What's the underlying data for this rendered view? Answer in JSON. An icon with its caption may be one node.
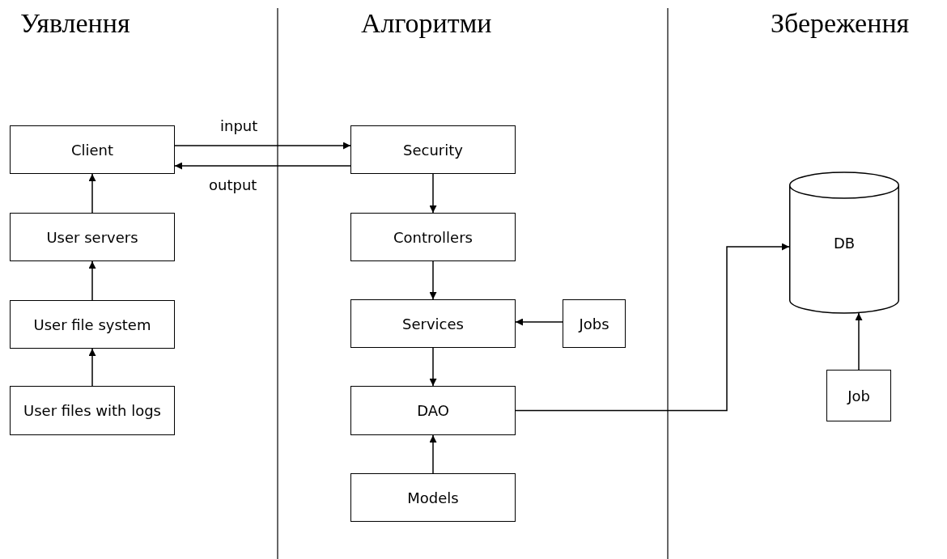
{
  "diagram": {
    "nodes": [
      {
        "text": [
          "Client"
        ]
      },
      {
        "text": [
          "User servers"
        ]
      },
      {
        "text": [
          "User file system"
        ]
      },
      {
        "text": [
          "User files with logs"
        ]
      },
      {
        "text": [
          "Security"
        ]
      },
      {
        "text": [
          "Controllers"
        ]
      },
      {
        "text": [
          "Services"
        ]
      },
      {
        "text": [
          "Jobs"
        ]
      },
      {
        "text": [
          "DAO"
        ]
      },
      {
        "text": [
          "Models"
        ]
      },
      {
        "text": [
          "DB"
        ]
      },
      {
        "text": [
          "Job"
        ]
      }
    ],
    "edges": [
      {
        "from": 0,
        "to": 4,
        "arrow": "to",
        "label": "input"
      },
      {
        "from": 4,
        "to": 0,
        "arrow": "to",
        "label": "output"
      },
      {
        "from": 1,
        "to": 0,
        "arrow": "to"
      },
      {
        "from": 2,
        "to": 1,
        "arrow": "to"
      },
      {
        "from": 3,
        "to": 2,
        "arrow": "to"
      },
      {
        "from": 4,
        "to": 5,
        "arrow": "to"
      },
      {
        "from": 5,
        "to": 6,
        "arrow": "to"
      },
      {
        "from": 7,
        "to": 6,
        "arrow": "to"
      },
      {
        "from": 6,
        "to": 8,
        "arrow": "to"
      },
      {
        "from": 9,
        "to": 8,
        "arrow": "to"
      },
      {
        "from": 8,
        "to": 10,
        "arrow": "to"
      },
      {
        "from": 11,
        "to": 10,
        "arrow": "to"
      }
    ],
    "labels": [
      "Уявлення",
      "Алгоритми",
      "Збереження"
    ]
  }
}
